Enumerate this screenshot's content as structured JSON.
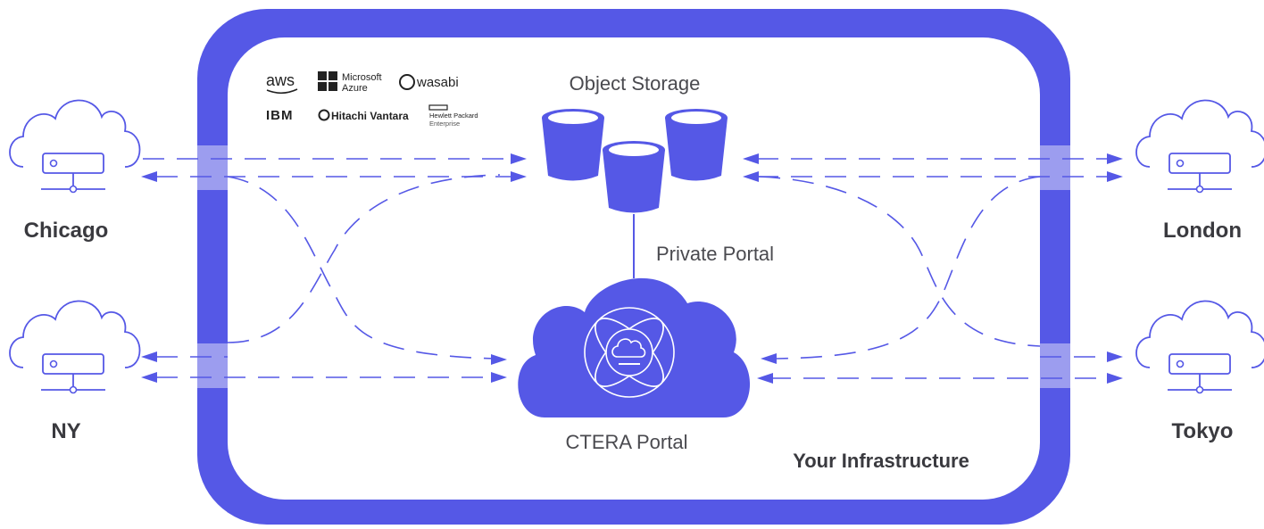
{
  "colors": {
    "accent": "#5558e6",
    "frame": "#5558e6",
    "panel": "#ffffff",
    "band": "#a9a9f0",
    "text": "#3a3a3f"
  },
  "cities": {
    "chicago": "Chicago",
    "ny": "NY",
    "london": "London",
    "tokyo": "Tokyo"
  },
  "labels": {
    "object_storage": "Object Storage",
    "private_portal": "Private Portal",
    "ctera_portal": "CTERA Portal",
    "your_infrastructure": "Your Infrastructure"
  },
  "providers": {
    "aws": "aws",
    "microsoft_line1": "Microsoft",
    "microsoft_line2": "Azure",
    "wasabi": "wasabi",
    "ibm": "IBM",
    "hitachi": "Hitachi Vantara",
    "hpe_line1": "Hewlett Packard",
    "hpe_line2": "Enterprise"
  },
  "icons": {
    "site": "cloud-server-icon",
    "bucket": "storage-bucket-icon",
    "portal": "cloud-portal-icon"
  }
}
